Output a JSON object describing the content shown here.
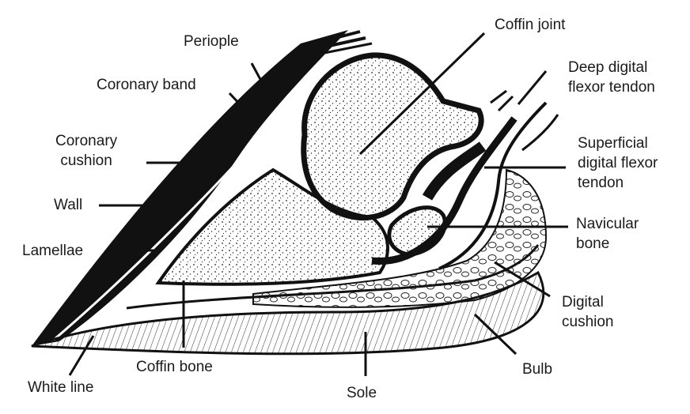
{
  "diagram": {
    "labels": {
      "periople": "Periople",
      "coronary_band": "Coronary band",
      "coronary_cushion": [
        "Coronary",
        "cushion"
      ],
      "wall": "Wall",
      "lamellae": "Lamellae",
      "white_line": "White line",
      "coffin_bone": "Coffin bone",
      "sole": "Sole",
      "coffin_joint": "Coffin joint",
      "deep_digital_flexor_tendon": [
        "Deep digital",
        "flexor tendon"
      ],
      "superficial_digital_flexor_tendon": [
        "Superficial",
        "digital flexor",
        "tendon"
      ],
      "navicular_bone": [
        "Navicular",
        "bone"
      ],
      "digital_cushion": [
        "Digital",
        "cushion"
      ],
      "bulb": "Bulb"
    },
    "colors": {
      "ink": "#111111",
      "background": "#ffffff"
    }
  }
}
